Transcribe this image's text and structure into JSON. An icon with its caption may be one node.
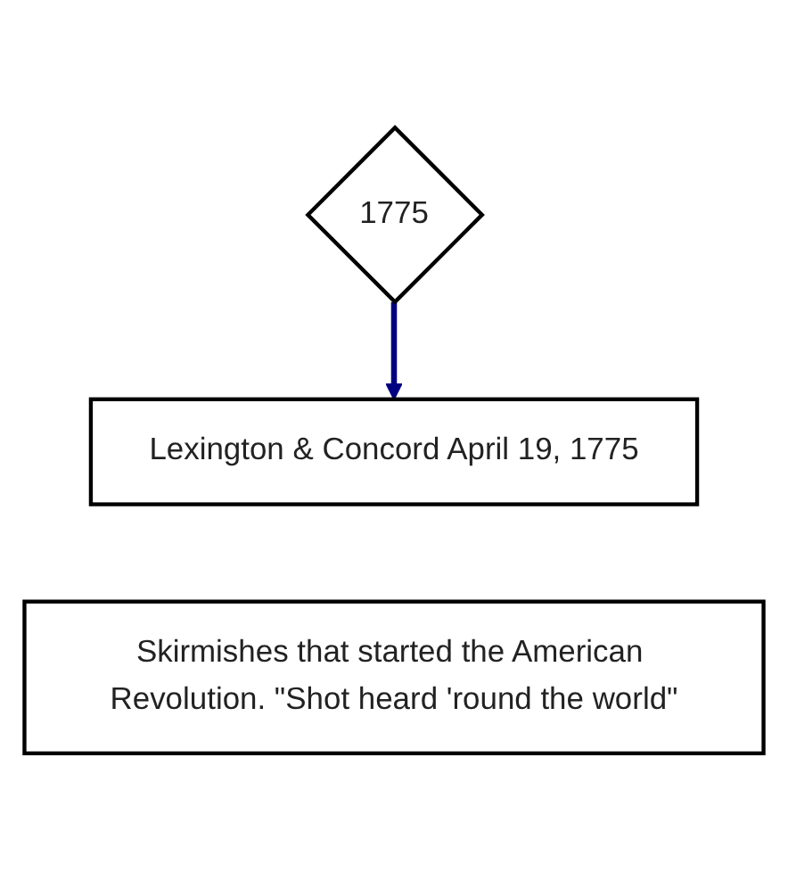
{
  "diagram": {
    "nodes": [
      {
        "text": [
          "1775"
        ]
      },
      {
        "text": [
          "Lexington & Concord April 19, 1775"
        ]
      },
      {
        "text": [
          "Skirmishes that started the American Revolution. \"Shot heard 'round the world\""
        ]
      }
    ],
    "edges": [
      {
        "from": 0,
        "to": 1,
        "arrow": "to",
        "color": "#000080"
      }
    ]
  }
}
